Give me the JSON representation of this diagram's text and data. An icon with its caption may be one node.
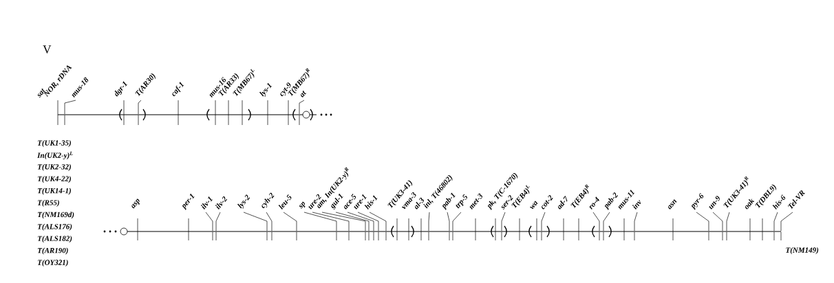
{
  "diagram": {
    "title": "V",
    "nodes": [
      {
        "text": [
          "sat"
        ]
      },
      {
        "text": [
          "NOR, rDNA"
        ]
      },
      {
        "text": [
          "mus-18"
        ]
      },
      {
        "text": [
          "dgr-1"
        ]
      },
      {
        "text": [
          "T(AR30)"
        ]
      },
      {
        "text": [
          "caf-1"
        ]
      },
      {
        "text": [
          "mus-16"
        ]
      },
      {
        "text": [
          "T(AR33)"
        ]
      },
      {
        "text": [
          "T(MB67)$^{L}$"
        ]
      },
      {
        "text": [
          "lys-1"
        ]
      },
      {
        "text": [
          "cyt-9"
        ]
      },
      {
        "text": [
          "T(MB67)$^{R}$"
        ]
      },
      {
        "text": [
          "at"
        ]
      },
      {
        "text": [
          "asp"
        ]
      },
      {
        "text": [
          "per-1"
        ]
      },
      {
        "text": [
          "ilv-1"
        ]
      },
      {
        "text": [
          "ilv-2"
        ]
      },
      {
        "text": [
          "lys-2"
        ]
      },
      {
        "text": [
          "cyh-2"
        ]
      },
      {
        "text": [
          "leu-5"
        ]
      },
      {
        "text": [
          "sp"
        ]
      },
      {
        "text": [
          "ure-2"
        ]
      },
      {
        "text": [
          "am, In(UK2-y)$^{R}$"
        ]
      },
      {
        "text": [
          "gul-1"
        ]
      },
      {
        "text": [
          "ace-5"
        ]
      },
      {
        "text": [
          "ure-1"
        ]
      },
      {
        "text": [
          "his-1"
        ]
      },
      {
        "text": [
          "T(UK3-41)"
        ]
      },
      {
        "text": [
          "vma-3"
        ]
      },
      {
        "text": [
          "al-3"
        ]
      },
      {
        "text": [
          "inl, T(46802)"
        ]
      },
      {
        "text": [
          "pab-1"
        ]
      },
      {
        "text": [
          "trp-5"
        ]
      },
      {
        "text": [
          "met-3"
        ]
      },
      {
        "text": [
          "pk, T(C-1670)"
        ]
      },
      {
        "text": [
          "ser-2"
        ]
      },
      {
        "text": [
          "T(EB4)$^{L}$"
        ]
      },
      {
        "text": [
          "wa"
        ]
      },
      {
        "text": [
          "cot-2"
        ]
      },
      {
        "text": [
          "ad-7"
        ]
      },
      {
        "text": [
          "T(EB4)$^{R}$"
        ]
      },
      {
        "text": [
          "ro-4"
        ]
      },
      {
        "text": [
          "pab-2"
        ]
      },
      {
        "text": [
          "mus-11"
        ]
      },
      {
        "text": [
          "inv"
        ]
      },
      {
        "text": [
          "asn"
        ]
      },
      {
        "text": [
          "pyr-6"
        ]
      },
      {
        "text": [
          "un-9"
        ]
      },
      {
        "text": [
          "T(UK3-41)$^{R}$"
        ]
      },
      {
        "text": [
          "oak"
        ]
      },
      {
        "text": [
          "T(DBL9)"
        ]
      },
      {
        "text": [
          "his-6"
        ]
      },
      {
        "text": [
          "Tel-VR"
        ]
      },
      {
        "text": [],
        "shape": "bar"
      },
      {
        "text": [],
        "shape": "bar"
      }
    ],
    "edges": [
      {
        "from": 2,
        "to": 53,
        "arrow": "none"
      },
      {
        "from": 4,
        "to": 53,
        "arrow": "none"
      },
      {
        "from": 12,
        "to": 53,
        "arrow": "none"
      },
      {
        "from": 15,
        "to": 54,
        "arrow": "none"
      },
      {
        "from": 16,
        "to": 54,
        "arrow": "none"
      },
      {
        "from": 17,
        "to": 54,
        "arrow": "none"
      },
      {
        "from": 18,
        "to": 54,
        "arrow": "none"
      },
      {
        "from": 19,
        "to": 54,
        "arrow": "none"
      },
      {
        "from": 20,
        "to": 54,
        "arrow": "none"
      },
      {
        "from": 21,
        "to": 54,
        "arrow": "none"
      },
      {
        "from": 22,
        "to": 54,
        "arrow": "none"
      },
      {
        "from": 23,
        "to": 54,
        "arrow": "none"
      },
      {
        "from": 24,
        "to": 54,
        "arrow": "none"
      },
      {
        "from": 25,
        "to": 54,
        "arrow": "none"
      },
      {
        "from": 26,
        "to": 54,
        "arrow": "none"
      },
      {
        "from": 30,
        "to": 54,
        "arrow": "none"
      },
      {
        "from": 31,
        "to": 54,
        "arrow": "none"
      },
      {
        "from": 32,
        "to": 54,
        "arrow": "none"
      },
      {
        "from": 35,
        "to": 54,
        "arrow": "none"
      },
      {
        "from": 38,
        "to": 54,
        "arrow": "none"
      },
      {
        "from": 41,
        "to": 54,
        "arrow": "none"
      },
      {
        "from": 42,
        "to": 54,
        "arrow": "none"
      },
      {
        "from": 44,
        "to": 54,
        "arrow": "none"
      },
      {
        "from": 46,
        "to": 54,
        "arrow": "none"
      },
      {
        "from": 47,
        "to": 54,
        "arrow": "none"
      },
      {
        "from": 48,
        "to": 54,
        "arrow": "none"
      },
      {
        "from": 51,
        "to": 54,
        "arrow": "none"
      },
      {
        "from": 52,
        "to": 54,
        "arrow": "none"
      }
    ],
    "labels": [
      "T(UK1-35)",
      "In(UK2-y)$^{L}$",
      "T(UK2-32)",
      "T(UK4-22)",
      "T(UK14-1)",
      "T(R55)",
      "T(NM169d)",
      "T(ALS176)",
      "T(ALS182)",
      "T(AR190)",
      "T(OY321)",
      "T(NM149)"
    ]
  }
}
